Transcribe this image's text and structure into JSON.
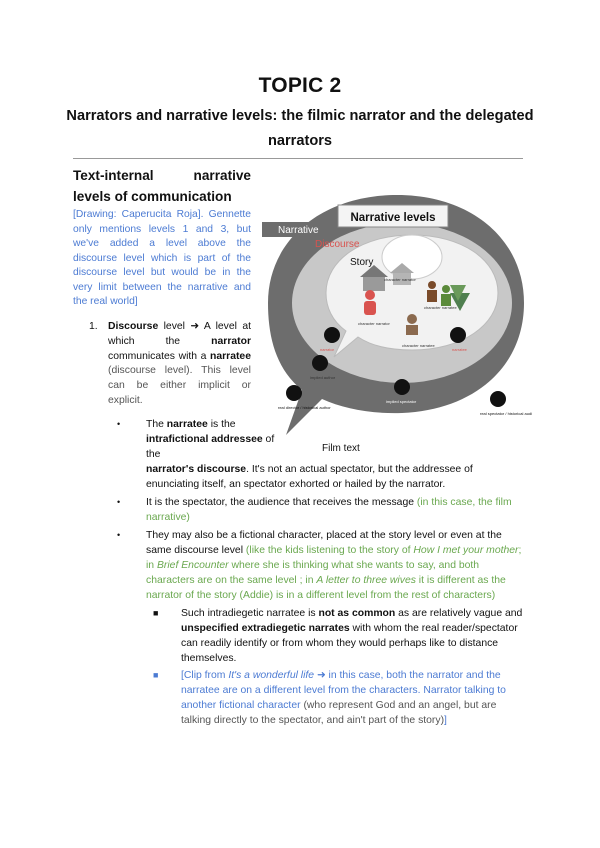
{
  "header": {
    "title": "TOPIC 2",
    "subtitle": "Narrators and narrative levels: the filmic narrator and the delegated narrators"
  },
  "section": {
    "heading": "Text-internal narrative levels of communication",
    "intro_note": "[Drawing: Caperucita Roja]. Gennette only mentions levels 1 and 3, but we've added a level above the discourse level which is part of the discourse level but would be in the very limit between the narrative and the real world]"
  },
  "diagram": {
    "title": "Narrative levels",
    "label_narrative": "Narrative",
    "label_discourse": "Discourse",
    "label_story": "Story",
    "label_film_text": "Film text",
    "small_labels": [
      "character narrator",
      "character narratee",
      "character narrator",
      "character narratee",
      "narrator",
      "narratee",
      "implied author",
      "implied spectator",
      "real director / historical author",
      "real spectator / historical audience"
    ]
  },
  "list": {
    "item1_number": "1.",
    "item1_bold": "Discourse",
    "item1_text_a": " level ➜ A level at which the ",
    "item1_bold2": "narrator",
    "item1_text_b": " communicates with a ",
    "item1_bold3": "narratee",
    "item1_text_c": " (discourse level). This level can be either implicit or explicit.",
    "bullet1_a": "The ",
    "bullet1_bold1": "narratee",
    "bullet1_b": " is the ",
    "bullet1_bold2": "intrafictional",
    "bullet1_bold3": "addressee",
    "bullet1_c": " of the ",
    "bullet1_bold4": "narrator's discourse",
    "bullet1_d": ". It's not an actual spectator, but the addressee of enunciating itself, an spectator exhorted or hailed by the narrator.",
    "bullet2_a": "It is the spectator, the audience that receives the message ",
    "bullet2_green": "(in this case, the film narrative)",
    "bullet3_a": "They may also be a fictional character, placed at the story level or even at the same discourse level ",
    "bullet3_g1": "(like the kids listening to the story of ",
    "bullet3_i1": "How I met your mother",
    "bullet3_g2": "; in ",
    "bullet3_i2": "Brief Encounter",
    "bullet3_g3": " where she is thinking what she wants to say, and both characters are on the same level ; in ",
    "bullet3_i3": "A letter to three wives",
    "bullet3_g4": " it is different as the narrator of the story (Addie) is in a different level from the rest of characters)",
    "sub1_a": "Such intradiegetic narratee is ",
    "sub1_bold1": "not as common",
    "sub1_b": " as are relatively vague and ",
    "sub1_bold2": "unspecified extradiegetic narrates",
    "sub1_c": " with whom the real reader/spectator can readily identify or from whom they would perhaps like to distance themselves.",
    "sub2_a": "[Clip from ",
    "sub2_i": "It's a wonderful life",
    "sub2_b": " ➜ in this case, both the narrator and the narratee are on a different level from the characters. Narrator talking to another fictional character ",
    "sub2_gray": "(who represent God and an angel, but are talking directly to the spectator, and ain't part of the story)",
    "sub2_c": "]"
  },
  "colors": {
    "blue_note": "#4c7bd3",
    "green_note": "#6aa84f",
    "discourse_red": "#d9534f"
  }
}
